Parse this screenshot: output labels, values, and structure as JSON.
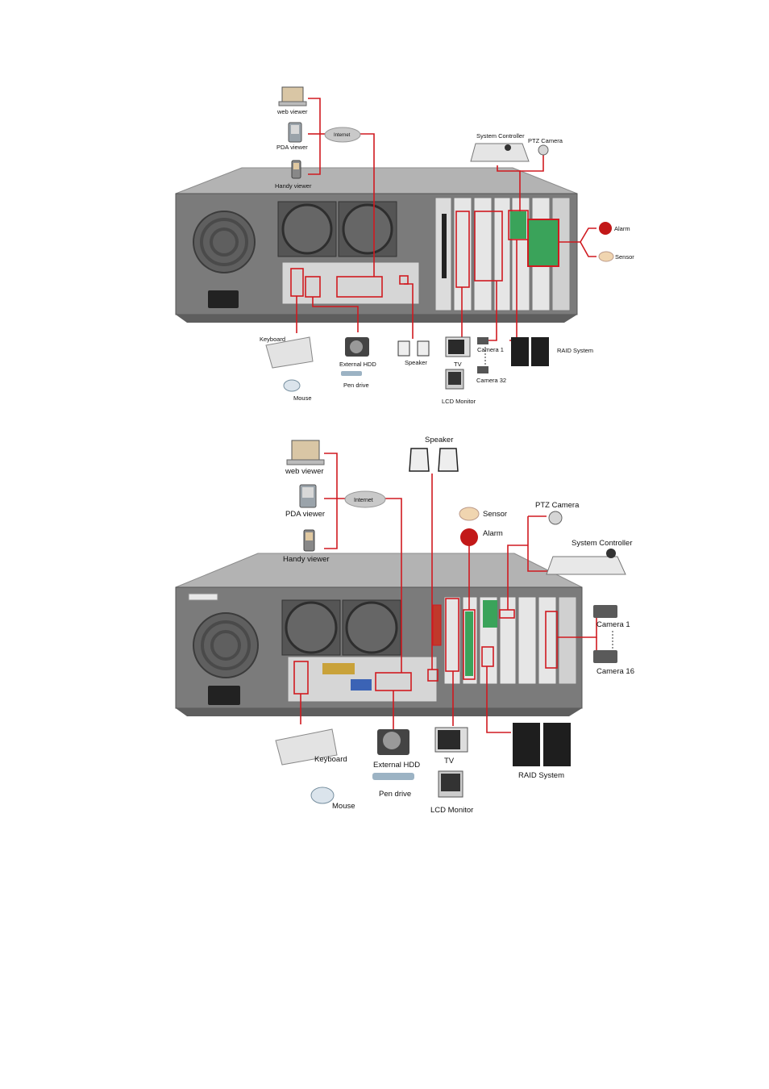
{
  "diagram_top": {
    "labels": {
      "web_viewer": "web viewer",
      "pda_viewer": "PDA viewer",
      "handy_viewer": "Handy viewer",
      "internet": "Internet",
      "system_controller": "System Controller",
      "ptz_camera": "PTZ Camera",
      "alarm": "Alarm",
      "sensor": "Sensor",
      "keyboard": "Keyboard",
      "mouse": "Mouse",
      "external_hdd": "External HDD",
      "pen_drive": "Pen drive",
      "speaker": "Speaker",
      "tv": "TV",
      "lcd_monitor": "LCD Monitor",
      "camera_1": "Camera 1",
      "camera_last": "Camera 32",
      "raid_system": "RAID System"
    }
  },
  "diagram_bottom": {
    "labels": {
      "web_viewer": "web viewer",
      "pda_viewer": "PDA viewer",
      "handy_viewer": "Handy viewer",
      "internet": "Internet",
      "speaker": "Speaker",
      "sensor": "Sensor",
      "alarm": "Alarm",
      "ptz_camera": "PTZ Camera",
      "system_controller": "System Controller",
      "camera_1": "Camera 1",
      "camera_last": "Camera 16",
      "keyboard": "Keyboard",
      "mouse": "Mouse",
      "external_hdd": "External HDD",
      "pen_drive": "Pen drive",
      "tv": "TV",
      "lcd_monitor": "LCD Monitor",
      "raid_system": "RAID System"
    }
  },
  "colors": {
    "connection_line": "#d01a20",
    "chassis": "#7d7d7d",
    "chassis_top": "#a9a9a9",
    "background": "#ffffff"
  }
}
